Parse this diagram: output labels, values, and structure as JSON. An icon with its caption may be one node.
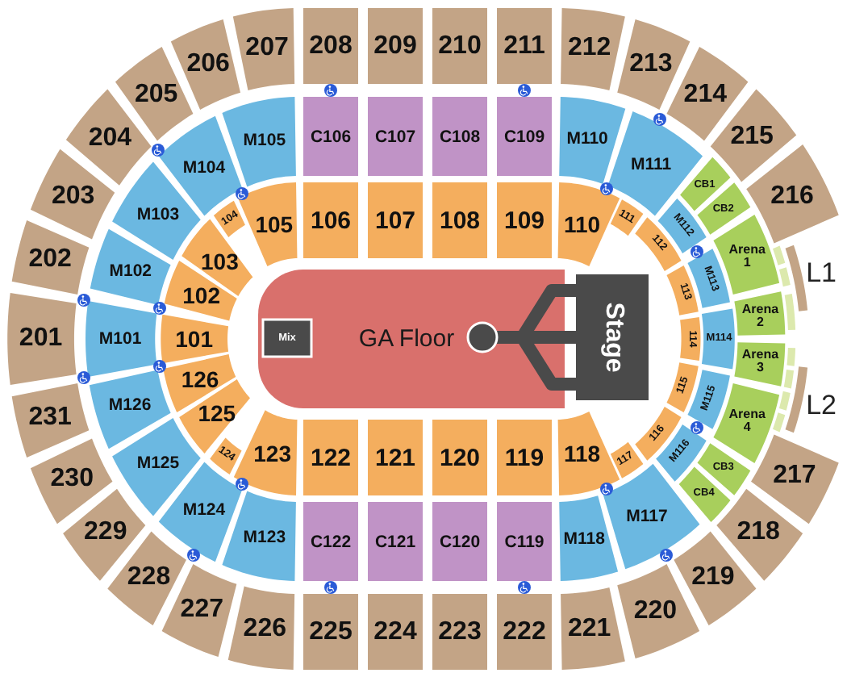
{
  "diagram": {
    "nodes": [
      {
        "text": [
          "207"
        ]
      },
      {
        "text": [
          "208"
        ]
      },
      {
        "text": [
          "209"
        ]
      },
      {
        "text": [
          "210"
        ]
      },
      {
        "text": [
          "211"
        ]
      },
      {
        "text": [
          "212"
        ]
      },
      {
        "text": [
          "206"
        ]
      },
      {
        "text": [
          "213"
        ]
      },
      {
        "text": [
          "205"
        ]
      },
      {
        "text": [
          "214"
        ]
      },
      {
        "text": [
          "M105"
        ]
      },
      {
        "text": [
          "C106"
        ]
      },
      {
        "text": [
          "C107"
        ]
      },
      {
        "text": [
          "C108"
        ]
      },
      {
        "text": [
          "C109"
        ]
      },
      {
        "text": [
          "M110"
        ]
      },
      {
        "text": [
          "204"
        ]
      },
      {
        "text": [
          "215"
        ]
      },
      {
        "text": [
          "M104"
        ]
      },
      {
        "text": [
          "M111"
        ]
      },
      {
        "text": [
          "CB1"
        ]
      },
      {
        "text": [
          "216"
        ]
      },
      {
        "text": [
          "203"
        ]
      },
      {
        "text": [
          "M103"
        ]
      },
      {
        "text": [
          "104"
        ]
      },
      {
        "text": [
          "105"
        ]
      },
      {
        "text": [
          "106"
        ]
      },
      {
        "text": [
          "107"
        ]
      },
      {
        "text": [
          "108"
        ]
      },
      {
        "text": [
          "109"
        ]
      },
      {
        "text": [
          "110"
        ]
      },
      {
        "text": [
          "111"
        ]
      },
      {
        "text": [
          "CB2"
        ]
      },
      {
        "text": [
          "M112"
        ]
      },
      {
        "text": [
          "103"
        ]
      },
      {
        "text": [
          "112"
        ]
      },
      {
        "text": [
          "Arena 1"
        ]
      },
      {
        "text": [],
        "shape": "box"
      },
      {
        "text": [],
        "shape": "box"
      },
      {
        "text": [],
        "shape": "bar"
      },
      {
        "text": [
          "202"
        ]
      },
      {
        "text": [
          "M102"
        ]
      },
      {
        "text": [
          "102"
        ]
      },
      {
        "text": [
          "113"
        ]
      },
      {
        "text": [
          "M113"
        ]
      },
      {
        "text": [
          "201"
        ]
      },
      {
        "text": [
          "M101"
        ]
      },
      {
        "text": [
          "101"
        ]
      },
      {
        "text": [
          "GA Floor"
        ]
      },
      {
        "text": [
          "Mix"
        ],
        "in": 48
      },
      {
        "text": [
          "Stage"
        ]
      },
      {
        "text": [
          "114"
        ]
      },
      {
        "text": [
          "M114"
        ]
      },
      {
        "text": [
          "Arena 2"
        ]
      },
      {
        "text": [],
        "shape": "box"
      },
      {
        "text": [
          "Arena 3"
        ]
      },
      {
        "text": [],
        "shape": "box"
      },
      {
        "text": [],
        "shape": "box"
      },
      {
        "text": [
          "231"
        ]
      },
      {
        "text": [
          "M126"
        ]
      },
      {
        "text": [
          "126"
        ]
      },
      {
        "text": [],
        "shape": "bar"
      },
      {
        "text": [
          "115"
        ]
      },
      {
        "text": [
          "M115"
        ]
      },
      {
        "text": [
          "Arena 4"
        ]
      },
      {
        "text": [],
        "shape": "box"
      },
      {
        "text": [],
        "shape": "box"
      },
      {
        "text": [
          "230"
        ]
      },
      {
        "text": [
          "M125"
        ]
      },
      {
        "text": [
          "125"
        ]
      },
      {
        "text": [
          "124"
        ]
      },
      {
        "text": [
          "116"
        ]
      },
      {
        "text": [
          "M116"
        ]
      },
      {
        "text": [
          "123"
        ]
      },
      {
        "text": [
          "122"
        ]
      },
      {
        "text": [
          "121"
        ]
      },
      {
        "text": [
          "120"
        ]
      },
      {
        "text": [
          "119"
        ]
      },
      {
        "text": [
          "118"
        ]
      },
      {
        "text": [
          "117"
        ]
      },
      {
        "text": [
          "CB3"
        ]
      },
      {
        "text": [
          "CB4"
        ]
      },
      {
        "text": [
          "217"
        ]
      },
      {
        "text": [
          "229"
        ]
      },
      {
        "text": [
          "M124"
        ]
      },
      {
        "text": [
          "M117"
        ]
      },
      {
        "text": [
          "M123"
        ]
      },
      {
        "text": [
          "C122"
        ]
      },
      {
        "text": [
          "C121"
        ]
      },
      {
        "text": [
          "C120"
        ]
      },
      {
        "text": [
          "C119"
        ]
      },
      {
        "text": [
          "M118"
        ]
      },
      {
        "text": [
          "218"
        ]
      },
      {
        "text": [
          "228"
        ]
      },
      {
        "text": [
          "219"
        ]
      },
      {
        "text": [
          "227"
        ]
      },
      {
        "text": [
          "220"
        ]
      },
      {
        "text": [
          "226"
        ]
      },
      {
        "text": [
          "225"
        ]
      },
      {
        "text": [
          "224"
        ]
      },
      {
        "text": [
          "223"
        ]
      },
      {
        "text": [
          "222"
        ]
      },
      {
        "text": [
          "221"
        ]
      }
    ],
    "labels": [
      "L1",
      "L2"
    ]
  }
}
